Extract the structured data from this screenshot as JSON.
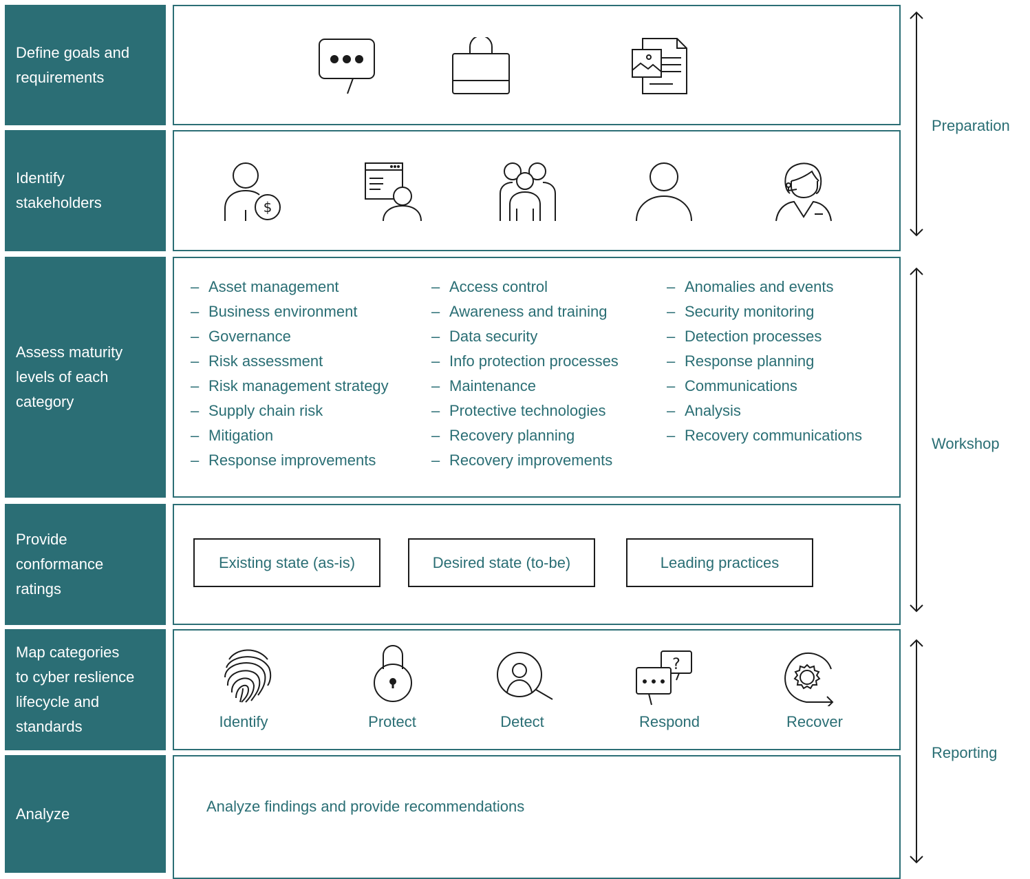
{
  "steps": [
    {
      "label": "Define goals and\nrequirements"
    },
    {
      "label": "Identify\nstakeholders"
    },
    {
      "label": "Assess maturity\nlevels of each\ncategory"
    },
    {
      "label": "Provide\nconformance\nratings"
    },
    {
      "label": "Map categories\nto cyber reslience\nlifecycle and\nstandards"
    },
    {
      "label": "Analyze"
    }
  ],
  "goals_icons": [
    "chat-bubble-icon",
    "briefcase-icon",
    "documents-icon"
  ],
  "stakeholder_icons": [
    "person-dollar-icon",
    "person-browser-icon",
    "group-icon",
    "person-icon",
    "support-agent-icon"
  ],
  "categories": {
    "col1": [
      "Asset management",
      "Business environment",
      "Governance",
      "Risk assessment",
      "Risk management strategy",
      "Supply chain risk",
      "Mitigation",
      "Response improvements"
    ],
    "col2": [
      "Access control",
      "Awareness and training",
      "Data security",
      "Info protection processes",
      "Maintenance",
      "Protective technologies",
      "Recovery planning",
      "Recovery improvements"
    ],
    "col3": [
      "Anomalies and events",
      "Security monitoring",
      "Detection processes",
      "Response planning",
      "Communications",
      "Analysis",
      "Recovery communications"
    ],
    "dash": "–"
  },
  "ratings": [
    "Existing state (as-is)",
    "Desired state (to-be)",
    "Leading practices"
  ],
  "functions": [
    {
      "label": "Identify",
      "icon": "fingerprint-icon"
    },
    {
      "label": "Protect",
      "icon": "padlock-icon"
    },
    {
      "label": "Detect",
      "icon": "magnifier-person-icon"
    },
    {
      "label": "Respond",
      "icon": "chat-question-icon"
    },
    {
      "label": "Recover",
      "icon": "gear-cycle-icon"
    }
  ],
  "analyze_text": "Analyze findings and provide recommendations",
  "phases": [
    "Preparation",
    "Workshop",
    "Reporting"
  ],
  "colors": {
    "teal": "#2b6e75",
    "text": "#2a6e74",
    "icon": "#1b1b1b"
  }
}
